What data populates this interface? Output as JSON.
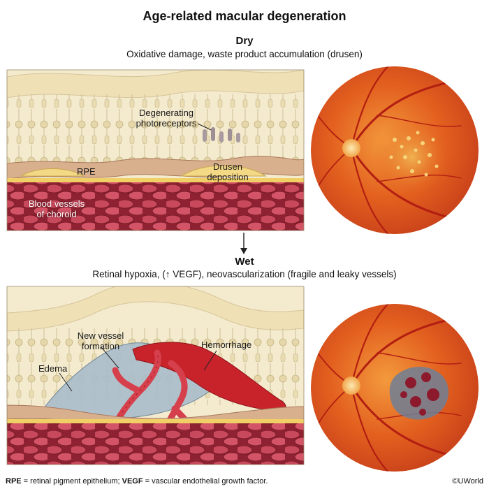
{
  "title": "Age-related macular degeneration",
  "dry": {
    "heading": "Dry",
    "description": "Oxidative damage, waste product accumulation (drusen)",
    "labels": {
      "photoreceptors_line1": "Degenerating",
      "photoreceptors_line2": "photoreceptors",
      "rpe": "RPE",
      "drusen_line1": "Drusen",
      "drusen_line2": "deposition",
      "choroid_line1": "Blood vessels",
      "choroid_line2": "of choroid"
    }
  },
  "wet": {
    "heading": "Wet",
    "description": "Retinal hypoxia, (↑ VEGF), neovascularization (fragile and leaky vessels)",
    "labels": {
      "new_vessel_line1": "New vessel",
      "new_vessel_line2": "formation",
      "hemorrhage": "Hemorrhage",
      "edema": "Edema"
    }
  },
  "footer": {
    "rpe_abbr": "RPE",
    "rpe_def": " = retinal pigment epithelium; ",
    "vegf_abbr": "VEGF",
    "vegf_def": " = vascular endothelial growth factor."
  },
  "credit": "©UWorld",
  "colors": {
    "retina_bg": "#f4ebcf",
    "rpe": "#d9b08e",
    "drusen": "#f3d886",
    "choroid": "#b8354a",
    "fundus": "#e0571f",
    "hemorrhage": "#c8232b",
    "edema": "#a9bccb"
  }
}
